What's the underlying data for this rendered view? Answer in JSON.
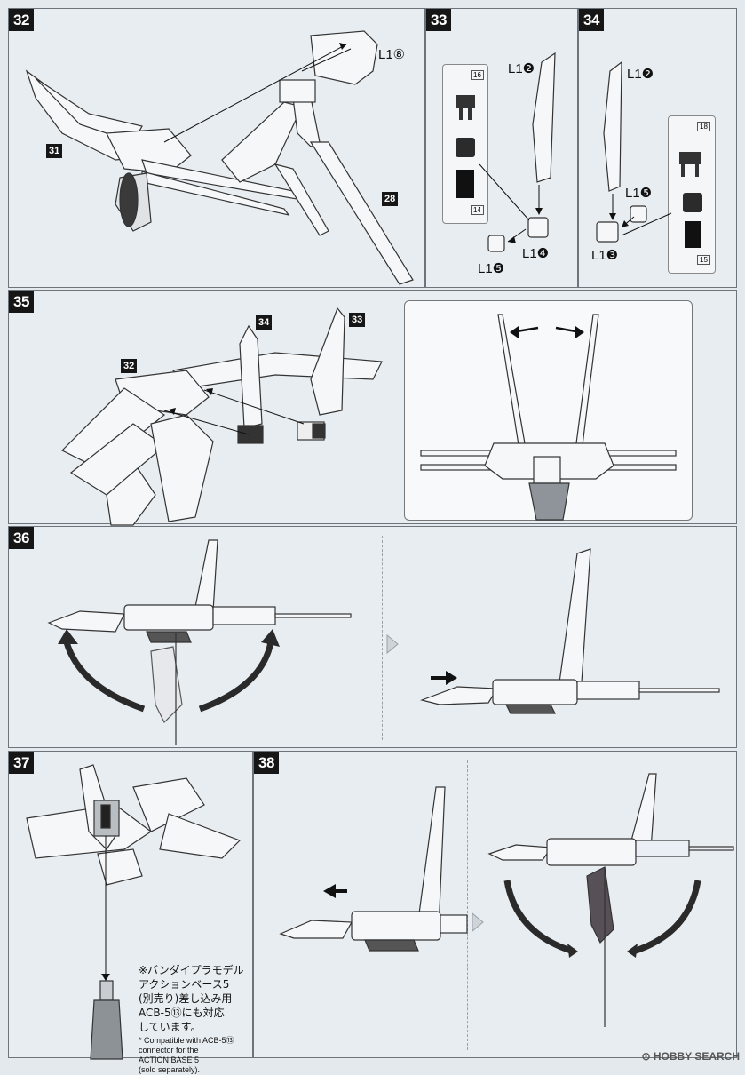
{
  "steps": {
    "s32": "32",
    "s33": "33",
    "s34": "34",
    "s35": "35",
    "s36": "36",
    "s37": "37",
    "s38": "38"
  },
  "refs": {
    "r31": "31",
    "r28": "28",
    "r32": "32",
    "r33": "33",
    "r34": "34"
  },
  "parts": {
    "l18": "L1⑧",
    "l12_a": "L1❷",
    "l12_b": "L1❷",
    "l14": "L1❹",
    "l15_a": "L1❺",
    "l15_b": "L1❺",
    "l13": "L1❸"
  },
  "detail_counts": {
    "d33_top": "16",
    "d33_bot": "14",
    "d34_top": "18",
    "d34_bot": "15"
  },
  "note37": {
    "jp": "※バンダイプラモデル\nアクションベース5\n(別売り)差し込み用\nACB-5⑬にも対応\nしています。",
    "en": "* Compatible with ACB-5⑬\nconnector for the\nACTION BASE 5\n(sold separately)."
  },
  "watermark": "⊙ HOBBY SEARCH"
}
